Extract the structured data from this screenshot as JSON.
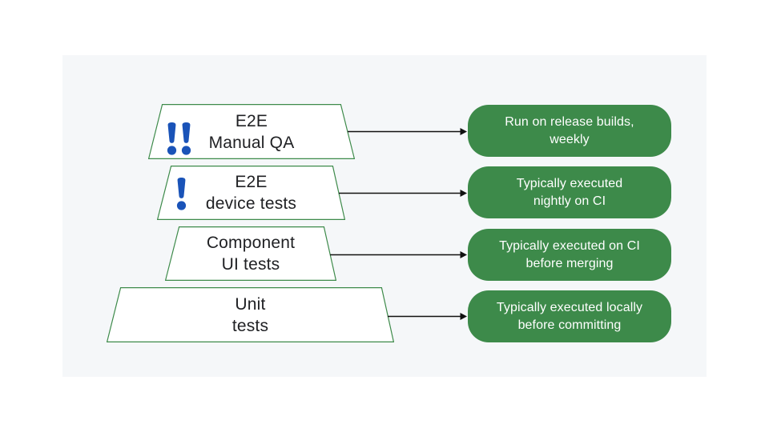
{
  "colors": {
    "green": "#3D8A4A",
    "blue": "#1A53B8",
    "panel_bg": "#F5F7F9",
    "canvas_bg": "#FFFFFF",
    "text_dark": "#202124",
    "note_text": "#FFFFFF",
    "arrow": "#111111"
  },
  "pyramid": {
    "levels": [
      {
        "name": "e2e-manual-qa",
        "label_line1": "E2E",
        "label_line2": "Manual QA",
        "priority_icon": "double-exclamation-icon",
        "note_line1": "Run on release builds,",
        "note_line2": "weekly"
      },
      {
        "name": "e2e-device-tests",
        "label_line1": "E2E",
        "label_line2": "device tests",
        "priority_icon": "exclamation-icon",
        "note_line1": "Typically executed",
        "note_line2": "nightly on CI"
      },
      {
        "name": "component-ui-tests",
        "label_line1": "Component",
        "label_line2": "UI tests",
        "priority_icon": "none",
        "note_line1": "Typically executed on CI",
        "note_line2": "before merging"
      },
      {
        "name": "unit-tests",
        "label_line1": "Unit",
        "label_line2": "tests",
        "priority_icon": "none",
        "note_line1": "Typically executed locally",
        "note_line2": "before committing"
      }
    ]
  }
}
